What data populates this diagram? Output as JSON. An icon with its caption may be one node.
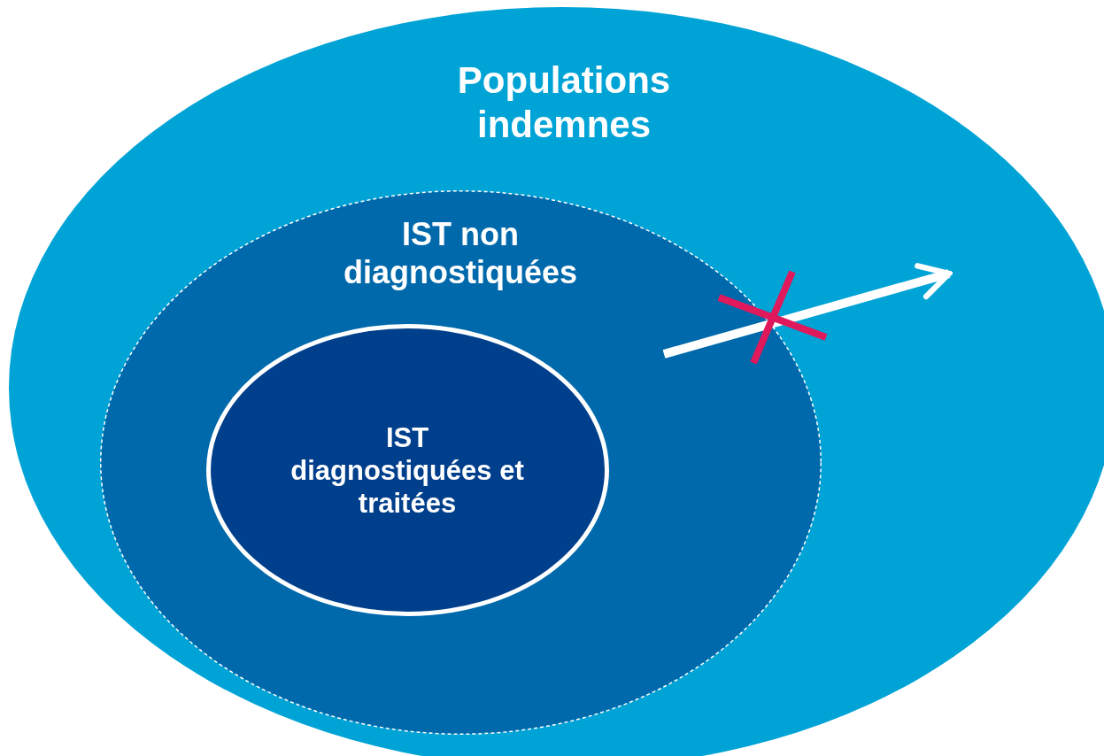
{
  "diagram": {
    "nodes": [
      {
        "text": [
          "Populations indemnes"
        ]
      },
      {
        "text": [
          "IST non diagnostiquées"
        ],
        "in": 0
      },
      {
        "text": [
          "IST diagnostiquées et traitées"
        ],
        "in": 1
      }
    ]
  }
}
